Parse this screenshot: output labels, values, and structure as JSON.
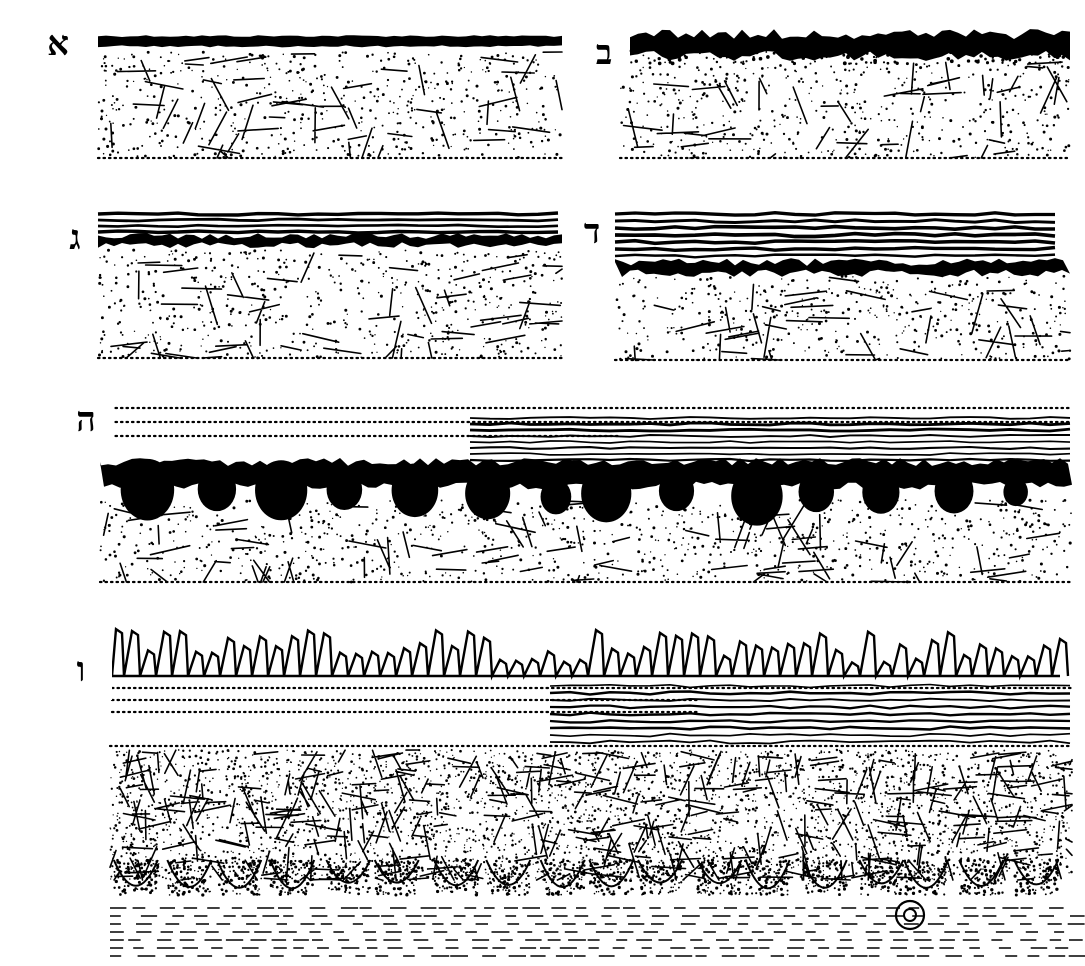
{
  "figure": {
    "labels": {
      "a": "א",
      "b": "ב",
      "c": "ג",
      "d": "ד",
      "e": "ה",
      "f": "ו"
    },
    "colors": {
      "ink": "#000000",
      "paper": "#ffffff"
    }
  }
}
